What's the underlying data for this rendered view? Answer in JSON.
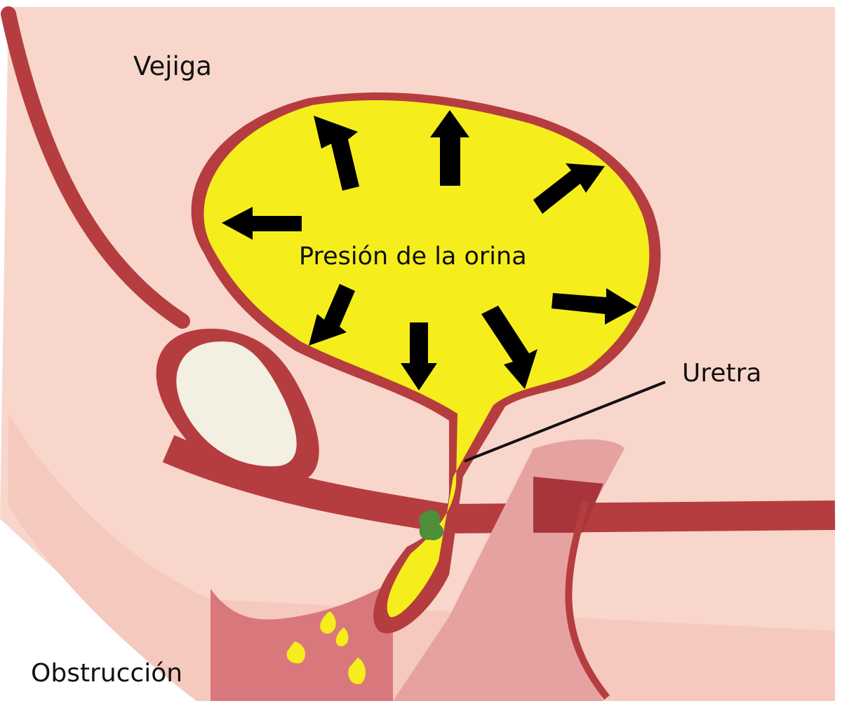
{
  "labels": {
    "bladder": "Vejiga",
    "urine_pressure": "Presión de la orina",
    "urethra": "Uretra",
    "obstruction": "Obstrucción"
  },
  "colors": {
    "skin": "#f8d6cb",
    "tissue": "#b53d3f",
    "urine": "#f5ee1c",
    "bone": "#f3efe1",
    "arrow": "#000000",
    "obstruction": "#4d8f3a"
  }
}
